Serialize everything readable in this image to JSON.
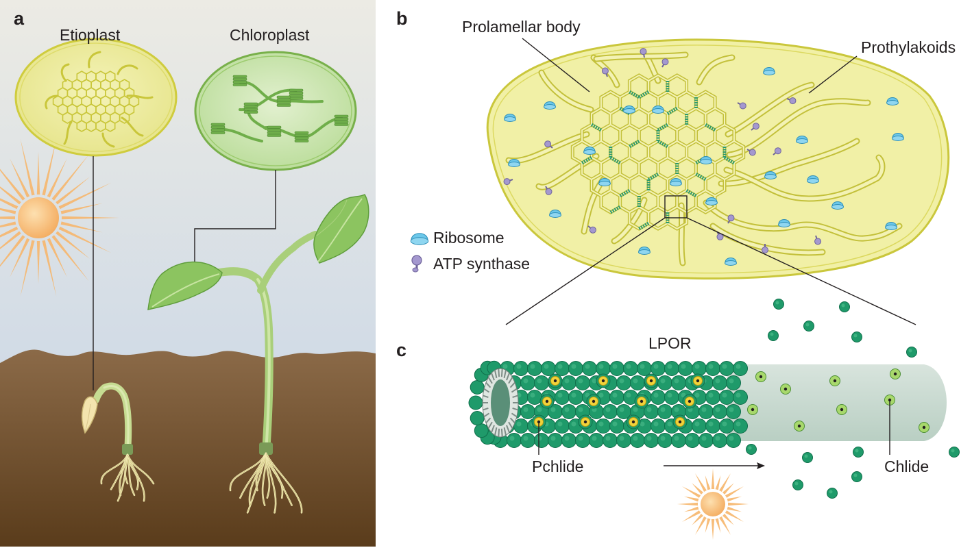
{
  "panels": {
    "a": "a",
    "b": "b",
    "c": "c"
  },
  "panel_a": {
    "etioplast_label": "Etioplast",
    "chloroplast_label": "Chloroplast"
  },
  "panel_b": {
    "prolamellar_label": "Prolamellar body",
    "prothylakoids_label": "Prothylakoids",
    "legend": {
      "ribosome": "Ribosome",
      "atp_synthase": "ATP synthase"
    }
  },
  "panel_c": {
    "lpor_label": "LPOR",
    "pchlide_label": "Pchlide",
    "chlide_label": "Chlide"
  },
  "colors": {
    "sky_top": "#ecebe4",
    "sky_bottom": "#d3dde7",
    "soil_top": "#8b6a48",
    "soil_bottom": "#5c3e1c",
    "etioplast_fill": "#efeda0",
    "etioplast_line": "#c9c63a",
    "chloroplast_fill": "#d2e8b8",
    "chloroplast_line": "#79b04a",
    "lpor_green": "#1f9a6a",
    "ribosome_blue": "#6cc8ea",
    "atp_purple": "#9b8fc4",
    "sun_orange": "#f4b46a",
    "pchlide_yellow": "#f2d23a",
    "chlide_light_green": "#a8d86c"
  }
}
